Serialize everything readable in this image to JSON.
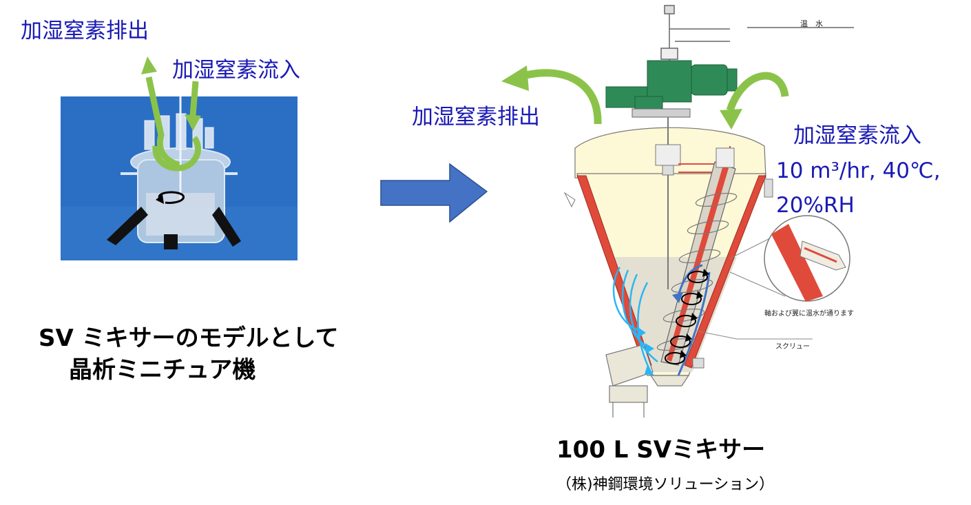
{
  "left": {
    "exhaust_label": "加湿窒素排出",
    "inflow_label": "加湿窒素流入",
    "caption_line1": "SV ミキサーのモデルとして",
    "caption_line2": "晶析ミニチュア機"
  },
  "right": {
    "exhaust_label": "加湿窒素排出",
    "inflow_label": "加湿窒素流入",
    "inflow_spec_line1": "10  m³/hr, 40℃,",
    "inflow_spec_line2": "20%RH",
    "drawing_label_warm_water": "温　水",
    "drawing_label_shaft": "軸および翼に温水が通ります",
    "drawing_label_screw": "スクリュー",
    "title": "100 L SVミキサー",
    "credit": "（株)神鋼環境ソリューション）"
  },
  "colors": {
    "label_blue": "#1a1ab4",
    "arrow_green": "#8bc34a",
    "arrow_blue": "#4472c4",
    "photo_bg": "#2a6fc4",
    "cone_fill": "#fdf8d6",
    "liquid_fill": "#e3e0d2",
    "wall_red": "#e04a3a",
    "motor_green": "#2e8b57"
  }
}
